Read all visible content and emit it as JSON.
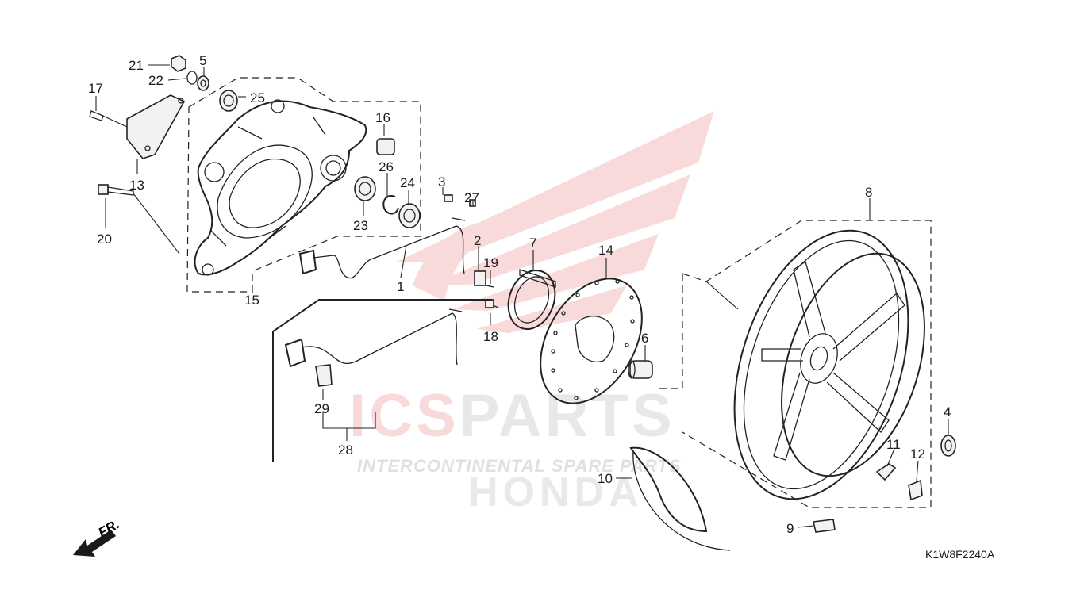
{
  "diagram_code": "K1W8F2240A",
  "watermark": {
    "brand": "ICSPARTS",
    "brand_accent": "ICS",
    "brand_rest": "PARTS",
    "tagline": "INTERCONTINENTAL SPARE PARTS",
    "maker": "HONDA"
  },
  "direction_label": "FR.",
  "colors": {
    "ink": "#222222",
    "watermark_red": "#e25a5a",
    "watermark_gray": "#c8c8c8"
  },
  "callouts": {
    "c1": "1",
    "c2": "2",
    "c3": "3",
    "c4": "4",
    "c5": "5",
    "c6": "6",
    "c7": "7",
    "c8": "8",
    "c9": "9",
    "c10": "10",
    "c11": "11",
    "c12": "12",
    "c13": "13",
    "c14": "14",
    "c15": "15",
    "c16": "16",
    "c17": "17",
    "c18": "18",
    "c19": "19",
    "c20": "20",
    "c21": "21",
    "c22": "22",
    "c23": "23",
    "c24": "24",
    "c25": "25",
    "c26": "26",
    "c27": "27",
    "c28": "28",
    "c29": "29"
  }
}
